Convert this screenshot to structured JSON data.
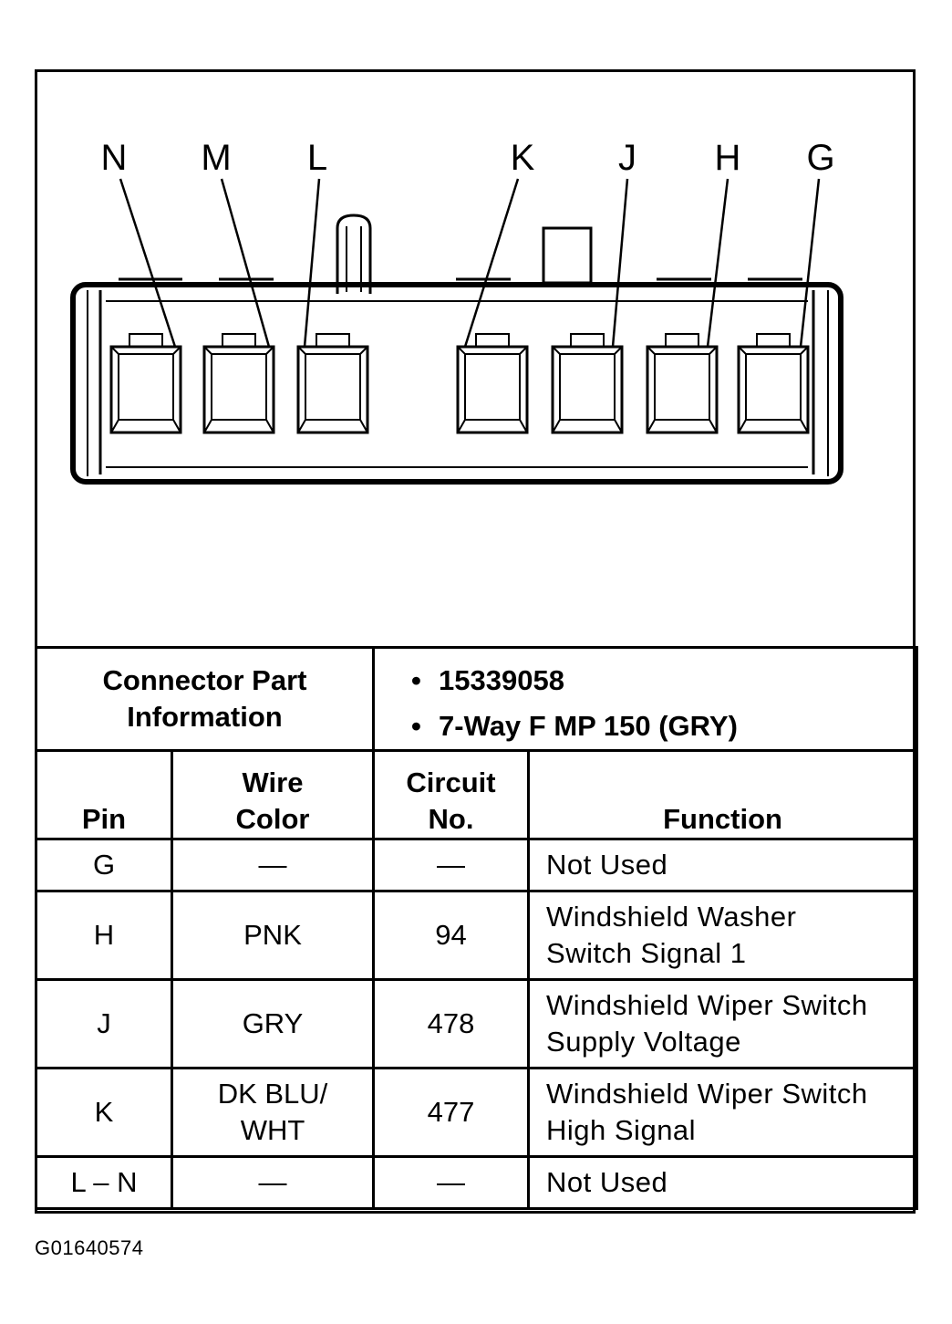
{
  "connector": {
    "pin_letters": [
      "N",
      "M",
      "L",
      "K",
      "J",
      "H",
      "G"
    ]
  },
  "part_info": {
    "label_line1": "Connector Part",
    "label_line2": "Information",
    "items": [
      "15339058",
      "7-Way F MP 150 (GRY)"
    ]
  },
  "table": {
    "headers": {
      "pin": "Pin",
      "wire_line1": "Wire",
      "wire_line2": "Color",
      "circuit_line1": "Circuit",
      "circuit_line2": "No.",
      "function": "Function"
    },
    "rows": [
      {
        "pin": "G",
        "wire": [
          "—"
        ],
        "circuit": "—",
        "function": [
          "Not Used"
        ]
      },
      {
        "pin": "H",
        "wire": [
          "PNK"
        ],
        "circuit": "94",
        "function": [
          "Windshield Washer",
          "Switch Signal 1"
        ]
      },
      {
        "pin": "J",
        "wire": [
          "GRY"
        ],
        "circuit": "478",
        "function": [
          "Windshield Wiper Switch",
          "Supply Voltage"
        ]
      },
      {
        "pin": "K",
        "wire": [
          "DK BLU/",
          "WHT"
        ],
        "circuit": "477",
        "function": [
          "Windshield Wiper Switch",
          "High Signal"
        ]
      },
      {
        "pin": "L – N",
        "wire": [
          "—"
        ],
        "circuit": "—",
        "function": [
          "Not Used"
        ]
      }
    ]
  },
  "figure_id": "G01640574"
}
